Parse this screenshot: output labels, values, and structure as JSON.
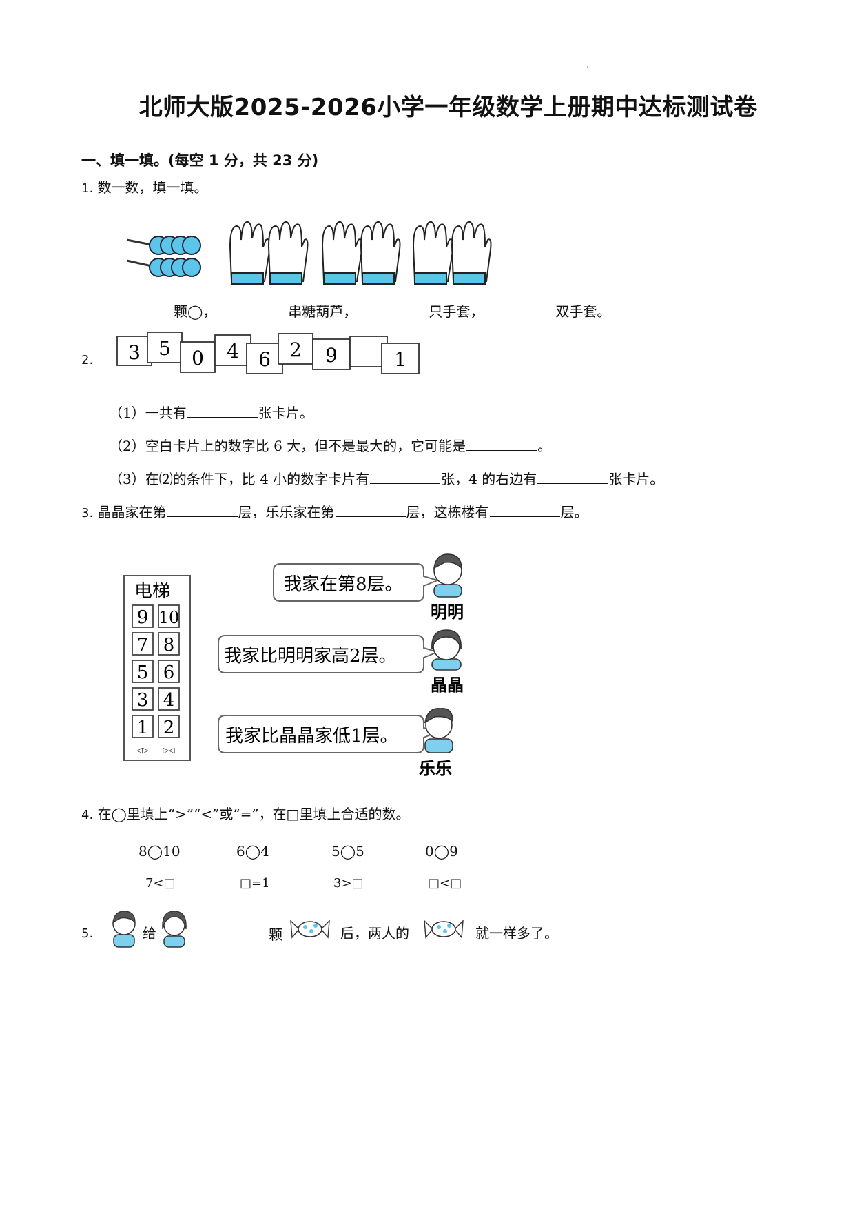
{
  "title": "北师大版2025-2026小学一年级数学上册期中达标测试卷",
  "section1": {
    "heading": "一、填一填。(每空 1 分，共 23 分)"
  },
  "q1": {
    "num": "1.",
    "prompt": "数一数，填一填。",
    "answer_parts": [
      "颗◯，",
      "串糖葫芦，",
      "只手套，",
      "双手套。"
    ]
  },
  "q2": {
    "num": "2.",
    "cards": [
      "3",
      "5",
      "0",
      "4",
      "6",
      "2",
      "9",
      "",
      "1"
    ],
    "sub1": {
      "pre": "（1）一共有",
      "post": "张卡片。"
    },
    "sub2": {
      "pre": "（2）空白卡片上的数字比 6 大，但不是最大的，它可能是",
      "post": "。"
    },
    "sub3": {
      "pre": "（3）在⑵的条件下，比 4 小的数字卡片有",
      "mid": "张，4 的右边有",
      "post": "张卡片。"
    }
  },
  "q3": {
    "num": "3.",
    "parts": [
      "晶晶家在第",
      "层，乐乐家在第",
      "层，这栋楼有",
      "层。"
    ],
    "elevator": {
      "label": "电梯",
      "rows": [
        [
          "9",
          "10"
        ],
        [
          "7",
          "8"
        ],
        [
          "5",
          "6"
        ],
        [
          "3",
          "4"
        ],
        [
          "1",
          "2"
        ]
      ],
      "controls": [
        "◁▷",
        "▷◁"
      ]
    },
    "bubbles": [
      {
        "text": "我家在第8层。",
        "name": "明明"
      },
      {
        "text": "我家比明明家高2层。",
        "name": "晶晶"
      },
      {
        "text": "我家比晶晶家低1层。",
        "name": "乐乐"
      }
    ]
  },
  "q4": {
    "num": "4.",
    "prompt": "在◯里填上“>”“<”或“=”，在□里填上合适的数。",
    "row1": [
      "8◯10",
      "6◯4",
      "5◯5",
      "0◯9"
    ],
    "row2": [
      "7<□",
      "□=1",
      "3>□",
      "□<□"
    ]
  },
  "q5": {
    "num": "5.",
    "give": "给",
    "unit": "颗",
    "after": "后，两人的",
    "end": "就一样多了。"
  },
  "colors": {
    "accent_blue": "#5bc6ea",
    "ink": "#111111"
  }
}
